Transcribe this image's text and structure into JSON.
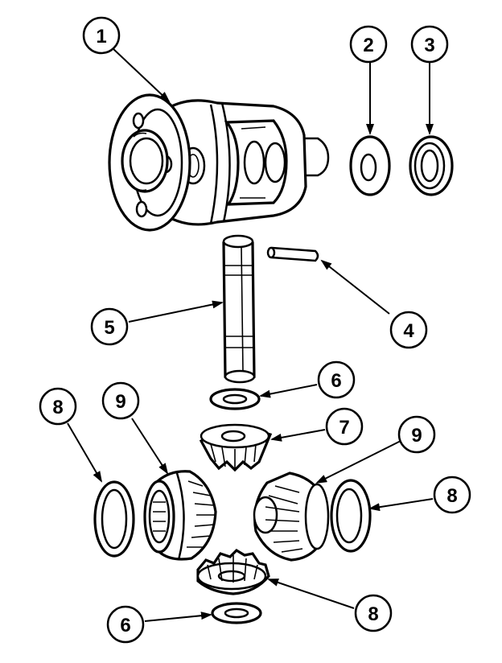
{
  "diagram": {
    "callouts": [
      {
        "id": "c1",
        "label": "1"
      },
      {
        "id": "c2",
        "label": "2"
      },
      {
        "id": "c3",
        "label": "3"
      },
      {
        "id": "c4",
        "label": "4"
      },
      {
        "id": "c5",
        "label": "5"
      },
      {
        "id": "c6a",
        "label": "6"
      },
      {
        "id": "c7",
        "label": "7"
      },
      {
        "id": "c8a",
        "label": "8"
      },
      {
        "id": "c9a",
        "label": "9"
      },
      {
        "id": "c9b",
        "label": "9"
      },
      {
        "id": "c8b",
        "label": "8"
      },
      {
        "id": "c8c",
        "label": "8"
      },
      {
        "id": "c6b",
        "label": "6"
      }
    ],
    "colors": {
      "ink": "#000000",
      "paper": "#ffffff"
    }
  }
}
